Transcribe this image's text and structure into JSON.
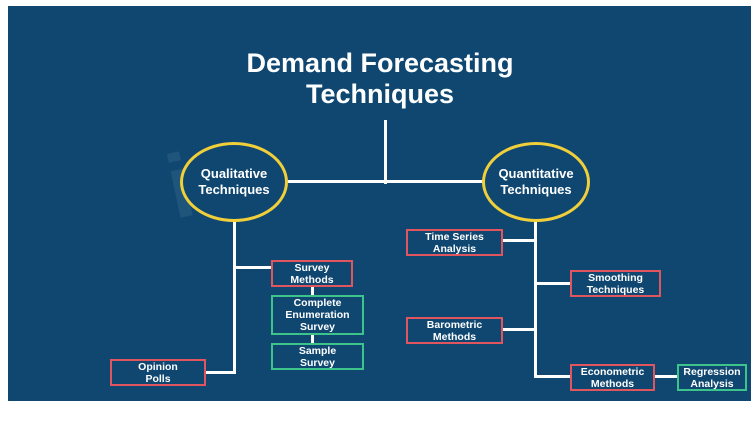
{
  "title": "Demand Forecasting Techniques",
  "title_lines": [
    "Demand Forecasting",
    "Techniques"
  ],
  "colors": {
    "background": "#0f4771",
    "circle_border": "#f1cf3a",
    "red_box": "#e0555e",
    "green_box": "#3dc48a",
    "text": "#ffffff"
  },
  "qualitative": {
    "label_lines": [
      "Qualitative",
      "Techniques"
    ],
    "survey_methods": [
      "Survey",
      "Methods"
    ],
    "complete_enumeration": [
      "Complete",
      "Enumeration",
      "Survey"
    ],
    "sample_survey": [
      "Sample",
      "Survey"
    ],
    "opinion_polls": [
      "Opinion",
      "Polls"
    ]
  },
  "quantitative": {
    "label_lines": [
      "Quantitative",
      "Techniques"
    ],
    "time_series": [
      "Time Series",
      "Analysis"
    ],
    "smoothing": [
      "Smoothing",
      "Techniques"
    ],
    "barometric": [
      "Barometric",
      "Methods"
    ],
    "econometric": [
      "Econometric",
      "Methods"
    ],
    "regression": [
      "Regression",
      "Analysis"
    ]
  }
}
